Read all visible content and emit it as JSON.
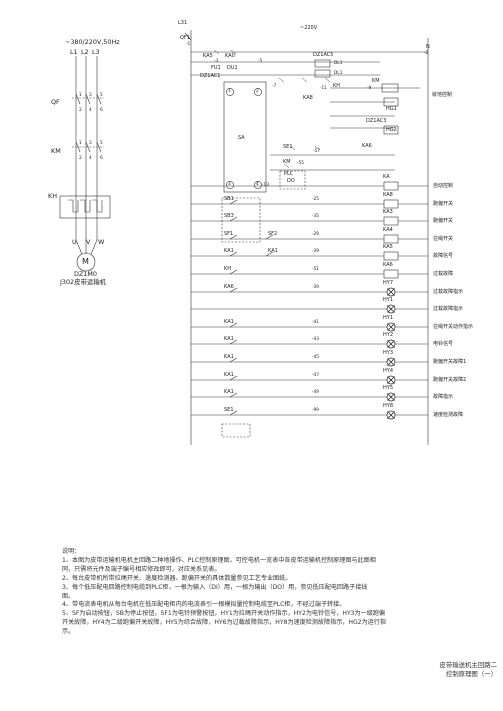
{
  "power": {
    "supply": "~380/220V,50Hz",
    "phases": [
      "L1",
      "L2",
      "L3"
    ],
    "qf": "QF",
    "km": "KM",
    "kh": "KH",
    "terminals": [
      "1",
      "3",
      "5",
      "2",
      "4",
      "6",
      "1",
      "3",
      "5",
      "2",
      "4",
      "6"
    ],
    "uvw": [
      "U",
      "V",
      "W"
    ],
    "motor_letter": "M",
    "motor_model": "DZ1M0",
    "motor_name": "J302皮带运输机"
  },
  "control": {
    "top_left_label": "L31",
    "top_voltage": "~220V",
    "qf1": "QF1",
    "qf1_pin": "-1",
    "n_label": "N",
    "n_pin": "-2",
    "sa_label": "SA",
    "contacts": {
      "ka5": "KA5",
      "ka0": "KA0",
      "pin3": "-3",
      "pin5": "-5",
      "fu1": "FU1",
      "du1": "DU1",
      "dz1ac1": "DZ1AC1",
      "dz1ac5": "DZ1AC5",
      "dl1": "DL1",
      "dl2": "DL1",
      "sw1": "1",
      "sw2": "2",
      "sw3": "3",
      "sw4": "4",
      "pin7": "-7",
      "ka8": "KA8",
      "pin11": "-11",
      "kh": "KH",
      "pin9": "-9",
      "km_coil": "KM",
      "hg1": "HG1",
      "dz1ac3": "DZ1AC3",
      "hg2": "HG2",
      "se1": "SE1",
      "pin57": "-57",
      "km2": "KM",
      "pin55": "-55",
      "ka6": "KA6",
      "plc": "PLC",
      "do": "DO",
      "pin13": "-13"
    },
    "rows": [
      {
        "contact": "",
        "contact2": "",
        "wire": "",
        "coil": "KA",
        "desc": "自动控制"
      },
      {
        "contact": "SB1",
        "contact2": "",
        "wire": "-25",
        "coil": "KA8",
        "desc": "跑偏开关"
      },
      {
        "contact": "SB3",
        "contact2": "",
        "wire": "-35",
        "coil": "KA3",
        "desc": "跑偏开关"
      },
      {
        "contact": "SF1",
        "contact2": "SF2",
        "wire": "-29",
        "coil": "KA4",
        "desc": "拉绳开关"
      },
      {
        "contact": "KA1",
        "contact2": "KA1",
        "wire": "-39",
        "coil": "KA5",
        "desc": "故障信号"
      },
      {
        "contact": "KH",
        "contact2": "",
        "wire": "-51",
        "coil": "KA6",
        "desc": "过载故障"
      },
      {
        "contact": "KA6",
        "contact2": "",
        "wire": "-39",
        "coil": "HY7",
        "desc": "过载故障指示"
      },
      {
        "contact": "",
        "contact2": "",
        "wire": "",
        "coil": "HY1",
        "desc": "过载故障指示"
      },
      {
        "contact": "KA1",
        "contact2": "",
        "wire": "-41",
        "coil": "HY1",
        "desc": "拉绳开关动作指示"
      },
      {
        "contact": "KA1",
        "contact2": "",
        "wire": "-43",
        "coil": "HY2",
        "desc": "电铃信号"
      },
      {
        "contact": "KA1",
        "contact2": "",
        "wire": "-45",
        "coil": "HY3",
        "desc": "跑偏开关故障1"
      },
      {
        "contact": "KA1",
        "contact2": "",
        "wire": "-47",
        "coil": "HY4",
        "desc": "跑偏开关故障2"
      },
      {
        "contact": "KA1",
        "contact2": "",
        "wire": "-49",
        "coil": "HY5",
        "desc": "故障指示"
      },
      {
        "contact": "SE1",
        "contact2": "",
        "wire": "-99",
        "coil": "HY8",
        "desc": "速度检测故障"
      }
    ],
    "right_labels_top": [
      "就地控制"
    ],
    "extra_dz1ac": "DZ1AC1",
    "upper_desc": "就地控制"
  },
  "notes": {
    "title": "说明：",
    "lines": [
      "1、本图为皮带运输机电机主回路二种地操作、PLC控制原理图，可控电机一览表中各皮带运输机控制原理图与此图相",
      "同，只需将元件及端子编号相应修改即可，对应关系见表。",
      "2、每台皮带机所带拉绳开关、速度检测器、跑偏开关的具体数量参见工艺专业图纸。",
      "3、每个低压配电回路控制电缆到PLC柜，一根为输入（DI）用，一根为输出（DO）用，参见低压配电回路子接线",
      "图。",
      "4、带电流表电机从每台电机在低压配电柜内的电流表引一根模拟量控制电缆至PLC柜，不经过端子转接。",
      "5、SF为启动按钮，SB为停止按钮，SF1为电铃预警按钮，HY1为拉绳开关动作指示，HY2为电铃信号，HY3为一级跑偏",
      "开关故障，HY4为二级跑偏开关故障，HY5为综合故障，HY6为过载故障指示，HY8为速度检测故障指示，HG2为运行指",
      "示。"
    ]
  },
  "title_block": {
    "line1": "皮带输送机主回路二",
    "line2": "控制原理图（一）"
  }
}
